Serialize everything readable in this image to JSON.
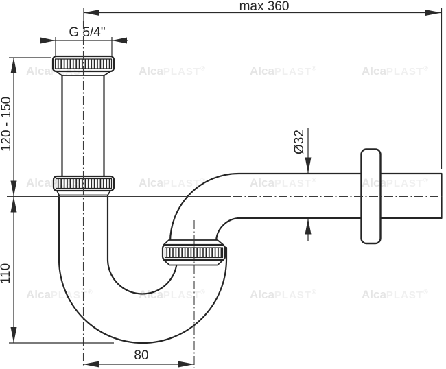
{
  "drawing": {
    "type": "technical-dimension-drawing",
    "subject": "bottle-trap-siphon-with-wall-outlet",
    "dimensions": {
      "max_width": "max 360",
      "thread_size": "G 5/4\"",
      "inlet_height_range": "120 - 150",
      "trap_depth": "110",
      "outlet_offset": "80",
      "pipe_diameter": "Ø32"
    },
    "colors": {
      "line": "#252525",
      "background": "#ffffff",
      "watermark_strong": "#e5e5e5",
      "watermark_light": "#f0f0f0"
    }
  },
  "watermark": {
    "alca": "Alca",
    "plast": "PLAST",
    "reg": "®"
  }
}
